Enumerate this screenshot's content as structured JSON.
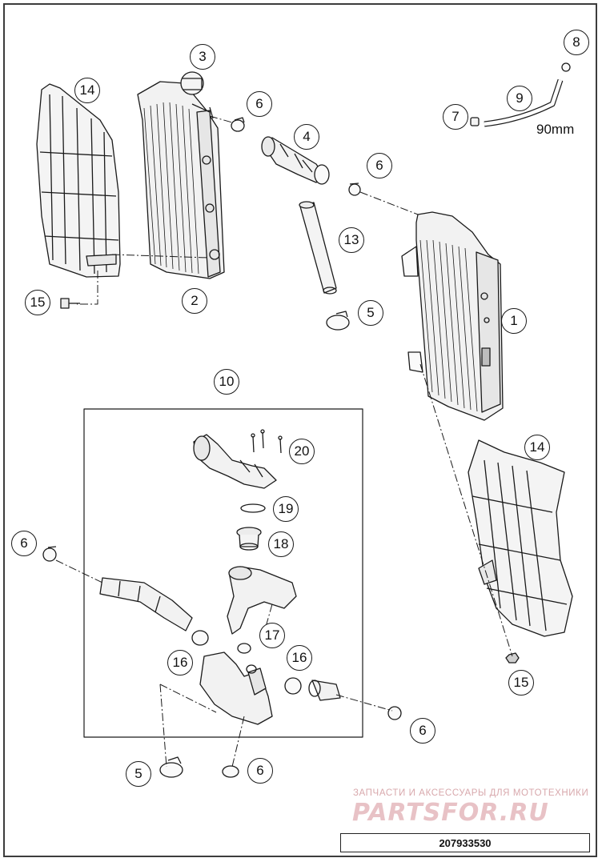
{
  "diagram": {
    "callouts": [
      {
        "id": "c-8",
        "label": "8"
      },
      {
        "id": "c-3",
        "label": "3"
      },
      {
        "id": "c-14a",
        "label": "14"
      },
      {
        "id": "c-6a",
        "label": "6"
      },
      {
        "id": "c-9",
        "label": "9"
      },
      {
        "id": "c-7",
        "label": "7"
      },
      {
        "id": "c-4",
        "label": "4"
      },
      {
        "id": "c-6b",
        "label": "6"
      },
      {
        "id": "c-13",
        "label": "13"
      },
      {
        "id": "c-15a",
        "label": "15"
      },
      {
        "id": "c-2",
        "label": "2"
      },
      {
        "id": "c-5a",
        "label": "5"
      },
      {
        "id": "c-1",
        "label": "1"
      },
      {
        "id": "c-10",
        "label": "10"
      },
      {
        "id": "c-20",
        "label": "20"
      },
      {
        "id": "c-14b",
        "label": "14"
      },
      {
        "id": "c-19",
        "label": "19"
      },
      {
        "id": "c-6c",
        "label": "6"
      },
      {
        "id": "c-18",
        "label": "18"
      },
      {
        "id": "c-17",
        "label": "17"
      },
      {
        "id": "c-16a",
        "label": "16"
      },
      {
        "id": "c-16b",
        "label": "16"
      },
      {
        "id": "c-15b",
        "label": "15"
      },
      {
        "id": "c-6d",
        "label": "6"
      },
      {
        "id": "c-5b",
        "label": "5"
      },
      {
        "id": "c-6e",
        "label": "6"
      }
    ],
    "dimension_label": "90mm",
    "watermark": {
      "tagline": "ЗАПЧАСТИ И АКСЕССУАРЫ ДЛЯ МОТОТЕХНИКИ",
      "logo_text": "PARTSFOR.RU"
    },
    "reference_number": "207933530"
  }
}
